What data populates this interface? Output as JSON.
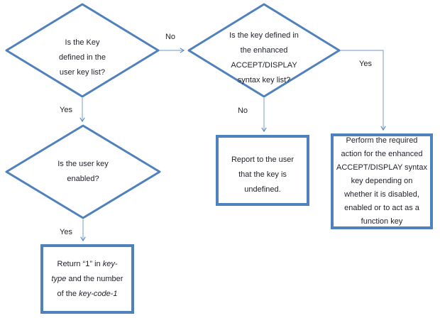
{
  "colors": {
    "shape_border": "#4f81bd",
    "connector_line": "#9db8da",
    "arrowhead": "#5b87c4",
    "text": "#21242c",
    "background": "#ffffff"
  },
  "nodes": {
    "diamond_user_key": {
      "type": "decision",
      "lines": [
        "Is the Key",
        "defined in the",
        "user key list?"
      ]
    },
    "diamond_enhanced": {
      "type": "decision",
      "lines": [
        "Is the key defined in",
        "the enhanced",
        "ACCEPT/DISPLAY",
        "syntax key list?"
      ]
    },
    "diamond_enabled": {
      "type": "decision",
      "lines": [
        "Is the user key",
        "enabled?"
      ]
    },
    "box_report": {
      "type": "process",
      "lines": [
        "Report to the user",
        "that the key is",
        "undefined."
      ]
    },
    "box_perform": {
      "type": "process",
      "lines": [
        "Perform the required",
        "action for the enhanced",
        "ACCEPT/DISPLAY syntax",
        "key depending on",
        "whether it is disabled,",
        "enabled or to act as a",
        "function key"
      ]
    },
    "box_return": {
      "type": "process",
      "seg": [
        "Return “1” in ",
        "key-",
        "type",
        " and the number",
        "of the ",
        "key-code-1"
      ]
    }
  },
  "edges": [
    {
      "from": "diamond_user_key",
      "to": "diamond_enhanced",
      "label": "No"
    },
    {
      "from": "diamond_user_key",
      "to": "diamond_enabled",
      "label": "Yes"
    },
    {
      "from": "diamond_enabled",
      "to": "box_return",
      "label": "Yes"
    },
    {
      "from": "diamond_enhanced",
      "to": "box_report",
      "label": "No"
    },
    {
      "from": "diamond_enhanced",
      "to": "box_perform",
      "label": "Yes"
    }
  ]
}
